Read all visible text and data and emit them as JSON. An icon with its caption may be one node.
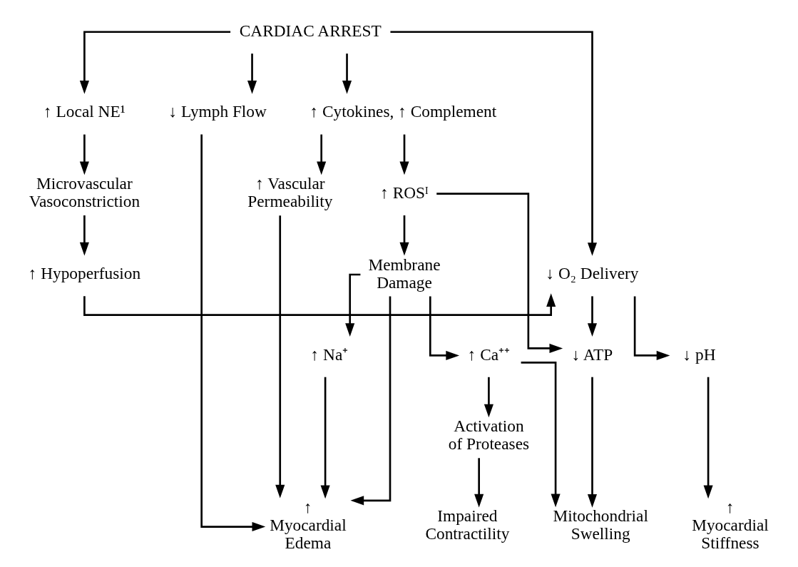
{
  "diagram": {
    "nodes": [
      {
        "text": [
          "CARDIAC ARREST"
        ]
      },
      {
        "text": [
          "↑ Local NE¹"
        ]
      },
      {
        "text": [
          "↑ Cytokines, ↑ Complement"
        ]
      },
      {
        "text": [
          "↓ Lymph Flow"
        ]
      },
      {
        "text": [
          "Microvascular Vasoconstriction"
        ]
      },
      {
        "text": [
          "↑ ROSᴵ"
        ]
      },
      {
        "text": [
          "↑ Vascular Permeability"
        ]
      },
      {
        "text": [
          "↑ Hypoperfusion"
        ]
      },
      {
        "text": [
          "↓ O₂ Delivery"
        ]
      },
      {
        "text": [
          "Membrane Damage"
        ]
      },
      {
        "text": [
          "↓ pH"
        ]
      },
      {
        "text": [
          "↓ ATP"
        ]
      },
      {
        "text": [
          "↑ Ca⁺⁺"
        ]
      },
      {
        "text": [
          "↑ Na⁺"
        ]
      },
      {
        "text": [
          "Activation of Proteases"
        ]
      },
      {
        "text": [
          "↑ Myocardial Stiffness"
        ]
      },
      {
        "text": [
          "Mitochondrial Swelling"
        ]
      },
      {
        "text": [
          "Impaired Contractility"
        ]
      },
      {
        "text": [
          "↑ Myocardial Edema"
        ]
      }
    ],
    "edges": [
      {
        "from": 0,
        "to": 1,
        "arrow": "to"
      },
      {
        "from": 0,
        "to": 8,
        "arrow": "to"
      },
      {
        "from": 0,
        "to": 2,
        "arrow": "to"
      },
      {
        "from": 0,
        "to": 3,
        "arrow": "to"
      },
      {
        "from": 1,
        "to": 4,
        "arrow": "to"
      },
      {
        "from": 4,
        "to": 7,
        "arrow": "to"
      },
      {
        "from": 7,
        "to": 8,
        "arrow": "to"
      },
      {
        "from": 2,
        "to": 5,
        "arrow": "to"
      },
      {
        "from": 2,
        "to": 6,
        "arrow": "to"
      },
      {
        "from": 5,
        "to": 11,
        "arrow": "to"
      },
      {
        "from": 5,
        "to": 9,
        "arrow": "to"
      },
      {
        "from": 6,
        "to": 18,
        "arrow": "to"
      },
      {
        "from": 3,
        "to": 18,
        "arrow": "to"
      },
      {
        "from": 9,
        "to": 18,
        "arrow": "to"
      },
      {
        "from": 8,
        "to": 10,
        "arrow": "to"
      },
      {
        "from": 8,
        "to": 11,
        "arrow": "to"
      },
      {
        "from": 9,
        "to": 12,
        "arrow": "to"
      },
      {
        "from": 9,
        "to": 13,
        "arrow": "to"
      },
      {
        "from": 13,
        "to": 18,
        "arrow": "to"
      },
      {
        "from": 12,
        "to": 14,
        "arrow": "to"
      },
      {
        "from": 11,
        "to": 16,
        "arrow": "to"
      },
      {
        "from": 12,
        "to": 16,
        "arrow": "to"
      },
      {
        "from": 10,
        "to": 15,
        "arrow": "to"
      },
      {
        "from": 14,
        "to": 17,
        "arrow": "to"
      }
    ]
  }
}
